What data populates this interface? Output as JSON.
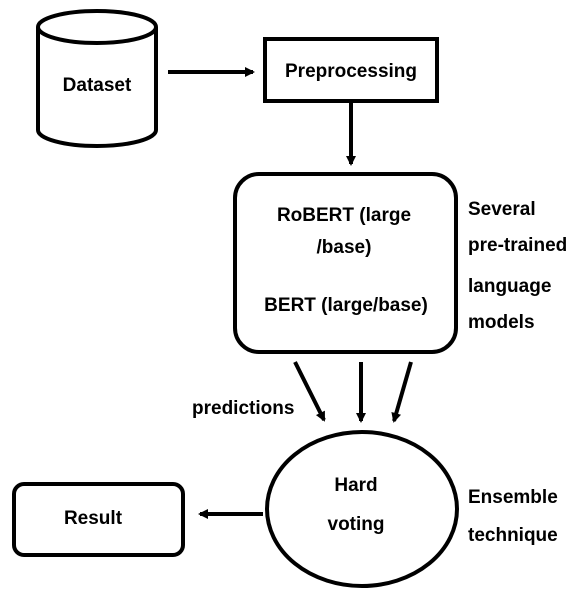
{
  "nodes": {
    "dataset": {
      "label": "Dataset"
    },
    "preprocessing": {
      "label": "Preprocessing"
    },
    "models": {
      "line1": "RoBERT (large",
      "line2": "/base)",
      "line3": "BERT (large/base)"
    },
    "voting": {
      "line1": "Hard",
      "line2": "voting"
    },
    "result": {
      "label": "Result"
    }
  },
  "annotations": {
    "models_note": [
      "Several",
      "pre-trained",
      "language",
      "models"
    ],
    "predictions": "predictions",
    "ensemble_note": [
      "Ensemble",
      "technique"
    ]
  },
  "colors": {
    "stroke": "#000000",
    "background": "#ffffff"
  }
}
